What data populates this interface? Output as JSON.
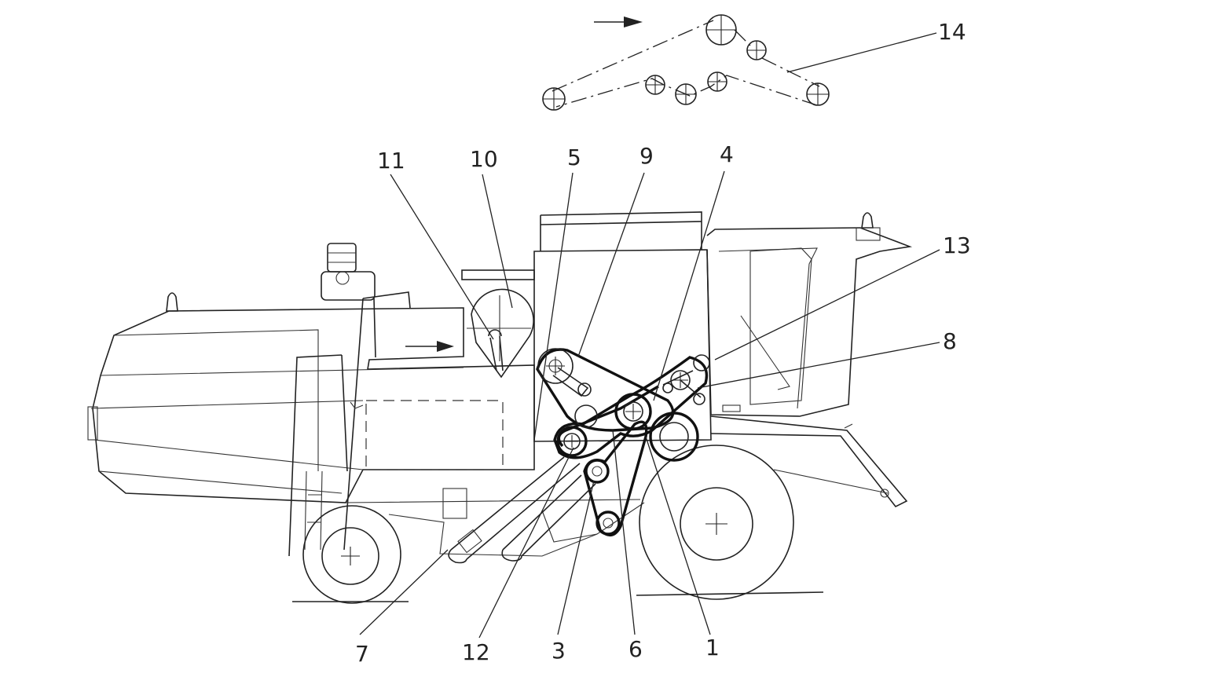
{
  "labels": {
    "l1": "1",
    "l3": "3",
    "l4": "4",
    "l5": "5",
    "l6": "6",
    "l7": "7",
    "l8": "8",
    "l9": "9",
    "l10": "10",
    "l11": "11",
    "l12": "12",
    "l13": "13",
    "l14": "14"
  },
  "colors": {
    "line": "#222222",
    "background": "#ffffff"
  }
}
